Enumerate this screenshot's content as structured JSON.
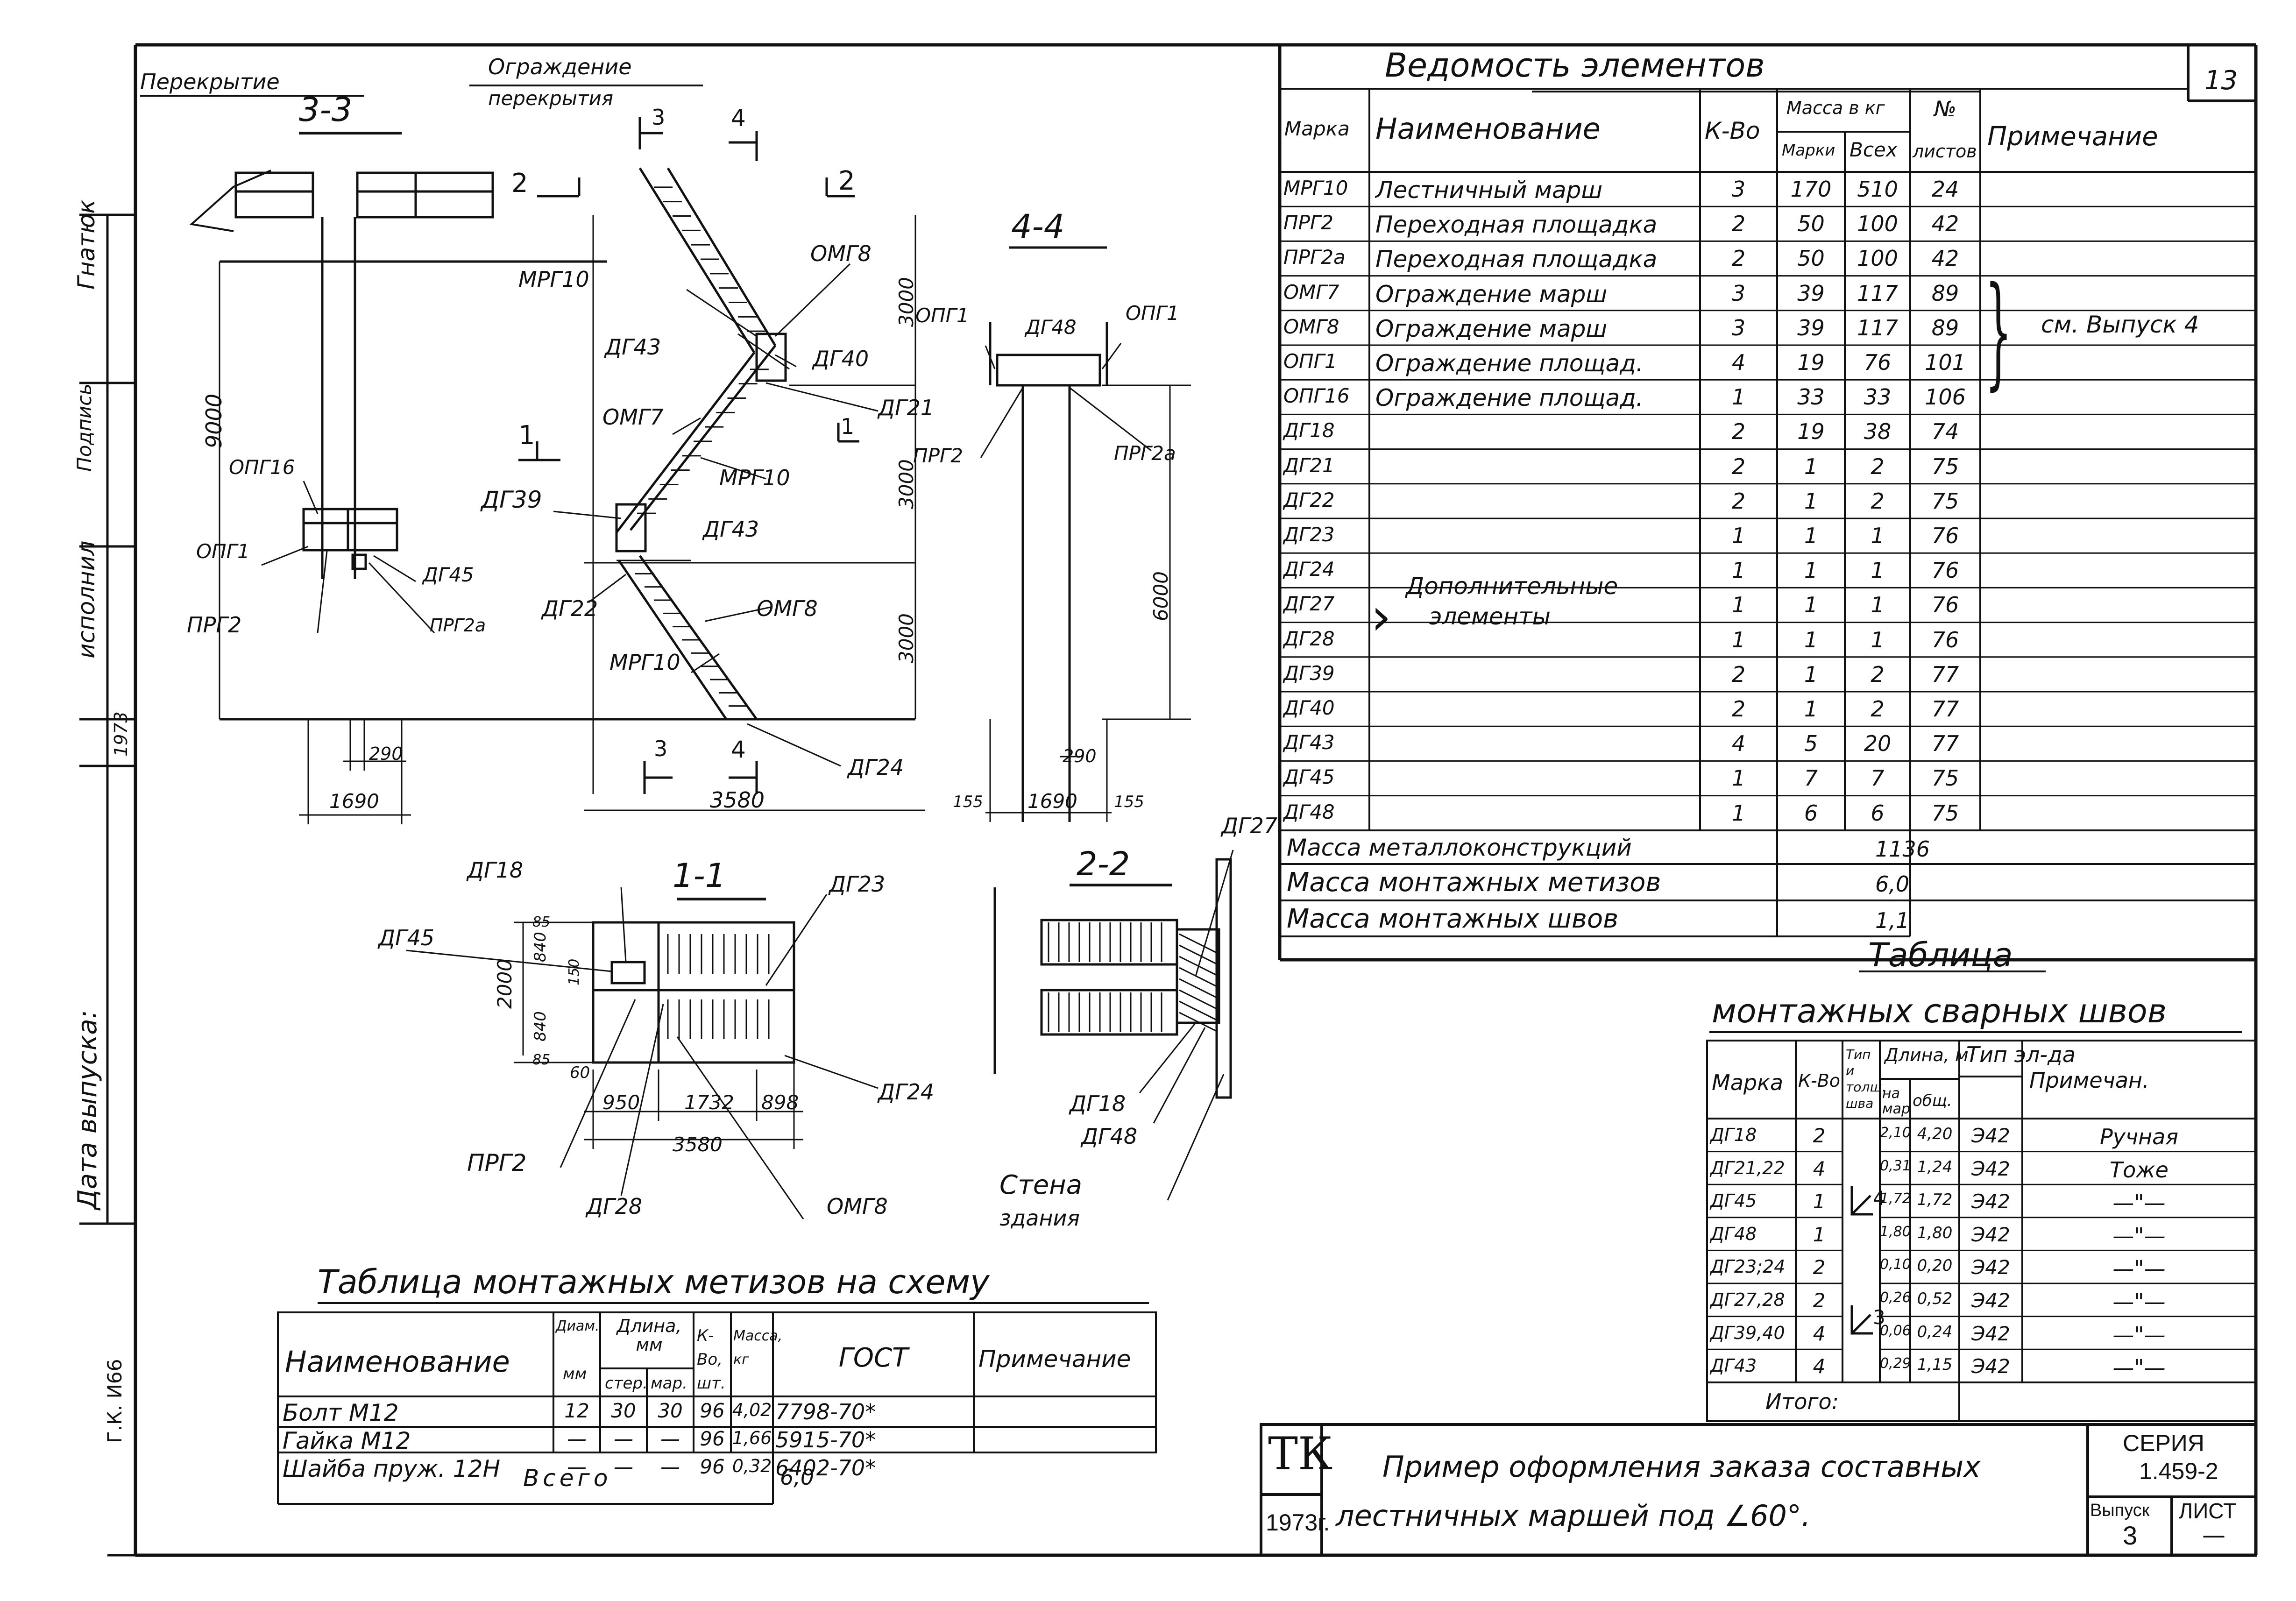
{
  "stamp": {
    "org": "ТК",
    "year": "1973г.",
    "title_line1": "Пример оформления заказа составных",
    "title_line2": "лестничных маршей под ∠60°.",
    "seria_label": "СЕРИЯ",
    "seria_value": "1.459-2",
    "vypusk_label": "Выпуск",
    "vypusk_value": "3",
    "list_label": "ЛИСТ",
    "list_value": "—",
    "sheet_number": "13"
  },
  "left_margin": {
    "gnatyuk": "Гнатюк",
    "signature": "Подпись",
    "ispolnil": "исполнил",
    "year_small": "1973",
    "data_vypuska": "Дата выпуска:",
    "gk": "Г.К. И66"
  },
  "section33": {
    "title": "3-3",
    "perekrytie": "Перекрытие",
    "ograzhdenie1": "Ограждение",
    "ograzhdenie2": "перекрытия",
    "dim_height": "9000",
    "opg16": "ОПГ16",
    "opg1": "ОПГ1",
    "prg2": "ПРГ2",
    "dg45": "ДГ45",
    "prg2a": "ПРГ2а",
    "dim_290": "290",
    "dim_1690": "1690"
  },
  "section_main": {
    "cut3": "3",
    "cut4": "4",
    "cut2": "2",
    "cut1": "1",
    "omg8_top": "ОМГ8",
    "mrg10_top": "МРГ10",
    "dg43_top": "ДГ43",
    "dg40": "ДГ40",
    "dg21": "ДГ21",
    "omg7": "ОМГ7",
    "mrg10_mid": "МРГ10",
    "dg39": "ДГ39",
    "dg43_mid": "ДГ43",
    "dg22": "ДГ22",
    "omg8_bot": "ОМГ8",
    "mrg10_bot": "МРГ10",
    "dg24": "ДГ24",
    "dim_3000a": "3000",
    "dim_3000b": "3000",
    "dim_3000c": "3000",
    "dim_3580": "3580"
  },
  "section44": {
    "title": "4-4",
    "opg1_l": "ОПГ1",
    "dg48": "ДГ48",
    "opg1_r": "ОПГ1",
    "prg2": "ПРГ2",
    "prg2a": "ПРГ2а",
    "dim_6000": "6000",
    "dim_155a": "155",
    "dim_1690": "1690",
    "dim_155b": "155",
    "dim_290": "290"
  },
  "section11": {
    "title": "1-1",
    "dg18": "ДГ18",
    "dg45": "ДГ45",
    "dg23": "ДГ23",
    "dg24": "ДГ24",
    "prg2": "ПРГ2",
    "dg28": "ДГ28",
    "omg8": "ОМГ8",
    "dim_2000": "2000",
    "dim_85a": "85",
    "dim_840a": "840",
    "dim_150": "150",
    "dim_840b": "840",
    "dim_85b": "85",
    "dim_60": "60",
    "dim_950": "950",
    "dim_1732": "1732",
    "dim_898": "898",
    "dim_3580": "3580"
  },
  "section22": {
    "title": "2-2",
    "dg27": "ДГ27",
    "dg18": "ДГ18",
    "dg48": "ДГ48",
    "stena1": "Стена",
    "stena2": "здания"
  },
  "vedomost": {
    "title": "Ведомость элементов",
    "h_marka": "Марка",
    "h_name": "Наименование",
    "h_kvo": "К-Во",
    "h_massa": "Масса в кг",
    "h_marki": "Марки",
    "h_vseh": "Всех",
    "h_no": "№",
    "h_listov": "листов",
    "h_prim": "Примечание",
    "rows": [
      [
        "МРГ10",
        "Лестничный марш",
        "3",
        "170",
        "510",
        "24"
      ],
      [
        "ПРГ2",
        "Переходная площадка",
        "2",
        "50",
        "100",
        "42"
      ],
      [
        "ПРГ2а",
        "Переходная площадка",
        "2",
        "50",
        "100",
        "42"
      ],
      [
        "ОМГ7",
        "Ограждение марш",
        "3",
        "39",
        "117",
        "89"
      ],
      [
        "ОМГ8",
        "Ограждение марш",
        "3",
        "39",
        "117",
        "89"
      ],
      [
        "ОПГ1",
        "Ограждение площад.",
        "4",
        "19",
        "76",
        "101"
      ],
      [
        "ОПГ16",
        "Ограждение площад.",
        "1",
        "33",
        "33",
        "106"
      ],
      [
        "ДГ18",
        "",
        "2",
        "19",
        "38",
        "74"
      ],
      [
        "ДГ21",
        "",
        "2",
        "1",
        "2",
        "75"
      ],
      [
        "ДГ22",
        "",
        "2",
        "1",
        "2",
        "75"
      ],
      [
        "ДГ23",
        "",
        "1",
        "1",
        "1",
        "76"
      ],
      [
        "ДГ24",
        "",
        "1",
        "1",
        "1",
        "76"
      ],
      [
        "ДГ27",
        "",
        "1",
        "1",
        "1",
        "76"
      ],
      [
        "ДГ28",
        "",
        "1",
        "1",
        "1",
        "76"
      ],
      [
        "ДГ39",
        "",
        "2",
        "1",
        "2",
        "77"
      ],
      [
        "ДГ40",
        "",
        "2",
        "1",
        "2",
        "77"
      ],
      [
        "ДГ43",
        "",
        "4",
        "5",
        "20",
        "77"
      ],
      [
        "ДГ45",
        "",
        "1",
        "7",
        "7",
        "75"
      ],
      [
        "ДГ48",
        "",
        "1",
        "6",
        "6",
        "75"
      ]
    ],
    "see_vypusk": "см. Выпуск 4",
    "dop1": "Дополнительные",
    "dop2": "элементы",
    "massa_mk_label": "Масса металлоконструкций",
    "massa_mk_value": "1136",
    "massa_met_label": "Масса монтажных метизов",
    "massa_met_value": "6,0",
    "massa_shv_label": "Масса монтажных швов",
    "massa_shv_value": "1,1"
  },
  "svarka": {
    "title1": "Таблица",
    "title2": "монтажных сварных швов",
    "h_marka": "Марка",
    "h_kvo": "К-Во",
    "h_tip": "Тип и толщ. шва",
    "h_dlina": "Длина, м",
    "h_namar": "на мар",
    "h_obsh": "общ.",
    "h_tipel": "Тип эл-да",
    "h_prim": "Примечан.",
    "rows": [
      [
        "ДГ18",
        "2",
        "2,10",
        "4,20",
        "Э42",
        "Ручная"
      ],
      [
        "ДГ21,22",
        "4",
        "0,31",
        "1,24",
        "Э42",
        "Тоже"
      ],
      [
        "ДГ45",
        "1",
        "1,72",
        "1,72",
        "Э42",
        "—\"—"
      ],
      [
        "ДГ48",
        "1",
        "1,80",
        "1,80",
        "Э42",
        "—\"—"
      ],
      [
        "ДГ23;24",
        "2",
        "0,10",
        "0,20",
        "Э42",
        "—\"—"
      ],
      [
        "ДГ27,28",
        "2",
        "0,26",
        "0,52",
        "Э42",
        "—\"—"
      ],
      [
        "ДГ39,40",
        "4",
        "0,06",
        "0,24",
        "Э42",
        "—\"—"
      ],
      [
        "ДГ43",
        "4",
        "0,29",
        "1,15",
        "Э42",
        "—\"—"
      ]
    ],
    "weld4": "4",
    "weld3": "3",
    "itogo": "Итого:"
  },
  "metizy": {
    "title": "Таблица монтажных метизов на схему",
    "h_name": "Наименование",
    "h_diam": "Диам.",
    "h_mm": "мм",
    "h_dlina": "Длина, мм",
    "h_sterzh": "стер.",
    "h_mar": "мар.",
    "h_kvo": "К-Во, шт.",
    "h_massa": "Масса, кг",
    "h_gost": "ГОСТ",
    "h_prim": "Примечание",
    "rows": [
      [
        "Болт М12",
        "12",
        "30",
        "30",
        "96",
        "4,02",
        "7798-70*"
      ],
      [
        "Гайка М12",
        "—",
        "—",
        "—",
        "96",
        "1,66",
        "5915-70*"
      ],
      [
        "Шайба пруж. 12Н",
        "—",
        "—",
        "—",
        "96",
        "0,32",
        "6402-70*"
      ]
    ],
    "vsego": "Всего",
    "vsego_value": "6,0"
  }
}
